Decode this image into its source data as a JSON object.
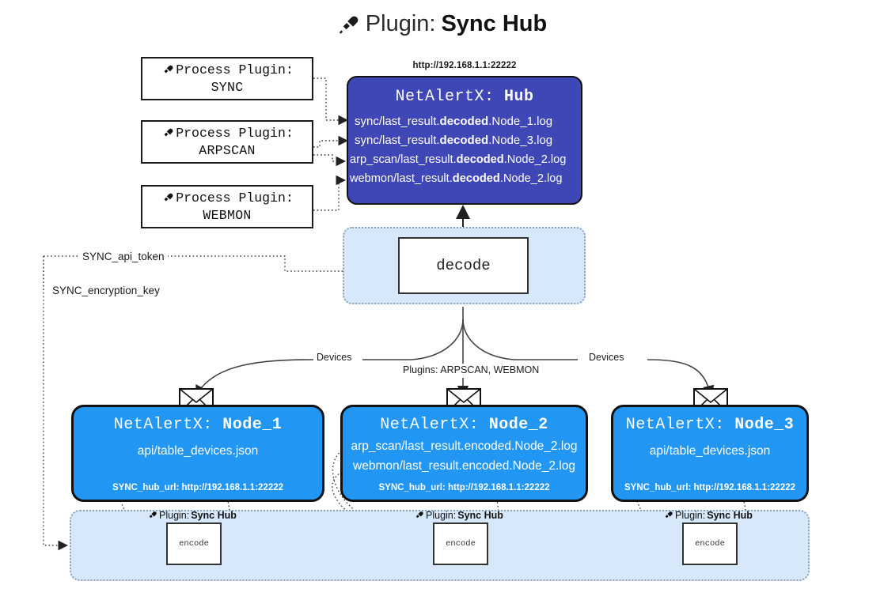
{
  "title": {
    "icon": "plug-icon",
    "prefix": "Plugin:",
    "name": "Sync Hub"
  },
  "process_plugins": [
    {
      "icon": "plug-icon",
      "line1": "Process Plugin:",
      "line2": "SYNC"
    },
    {
      "icon": "plug-icon",
      "line1": "Process Plugin:",
      "line2": "ARPSCAN"
    },
    {
      "icon": "plug-icon",
      "line1": "Process Plugin:",
      "line2": "WEBMON"
    }
  ],
  "hub": {
    "url": "http://192.168.1.1:22222",
    "app": "NetAlertX:",
    "name": "Hub",
    "logs": [
      {
        "pre": "sync/last_result.",
        "mid": "decoded",
        "post": ".Node_1.log"
      },
      {
        "pre": "sync/last_result.",
        "mid": "decoded",
        "post": ".Node_3.log"
      },
      {
        "pre": "arp_scan/last_result.",
        "mid": "decoded",
        "post": ".Node_2.log"
      },
      {
        "pre": "webmon/last_result.",
        "mid": "decoded",
        "post": ".Node_2.log"
      }
    ]
  },
  "decode": {
    "label": "decode"
  },
  "edge_labels": {
    "devices_left": "Devices",
    "devices_right": "Devices",
    "plugins_center": "Plugins: ARPSCAN, WEBMON"
  },
  "config_keys": {
    "api_token": "SYNC_api_token",
    "encryption_key": "SYNC_encryption_key"
  },
  "nodes": [
    {
      "app": "NetAlertX:",
      "name": "Node_1",
      "mail_icon": "envelope-icon",
      "lines": [
        "api/table_devices.json"
      ],
      "footer": "SYNC_hub_url: http://192.168.1.1:22222"
    },
    {
      "app": "NetAlertX:",
      "name": "Node_2",
      "mail_icon": "envelope-icon",
      "lines": [
        "arp_scan/last_result.encoded.Node_2.log",
        "webmon/last_result.encoded.Node_2.log"
      ],
      "footer": "SYNC_hub_url: http://192.168.1.1:22222"
    },
    {
      "app": "NetAlertX:",
      "name": "Node_3",
      "mail_icon": "envelope-icon",
      "lines": [
        "api/table_devices.json"
      ],
      "footer": "SYNC_hub_url: http://192.168.1.1:22222"
    }
  ],
  "encode_group": {
    "plugin_label_prefix": "Plugin:",
    "plugin_label_name": "Sync Hub",
    "icon": "plug-icon",
    "boxes": [
      {
        "label": "encode"
      },
      {
        "label": "encode"
      },
      {
        "label": "encode"
      }
    ]
  },
  "colors": {
    "hub_fill": "#3f46b6",
    "node_fill": "#2196f3",
    "band_fill": "#d6e8f9",
    "band_border": "#8fa3b5",
    "stroke": "#333333"
  }
}
